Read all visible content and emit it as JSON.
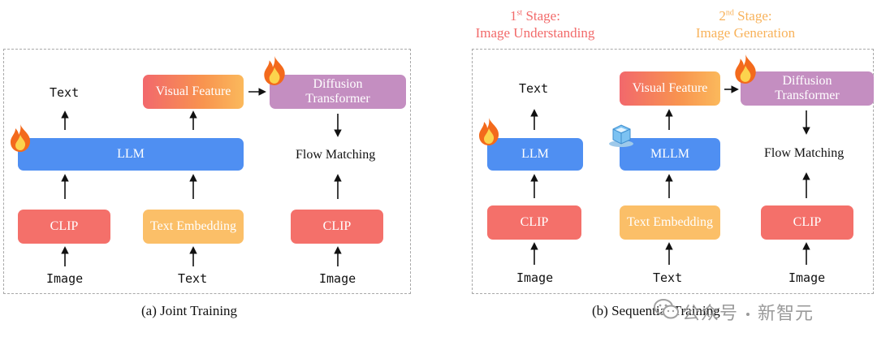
{
  "stages": {
    "first": {
      "num": "1",
      "sup": "st",
      "label": " Stage:",
      "line2": "Image Understanding"
    },
    "second": {
      "num": "2",
      "sup": "nd",
      "label": " Stage:",
      "line2": "Image Generation"
    }
  },
  "panel_a": {
    "caption": "(a) Joint Training",
    "text_out": "Text",
    "visual_feature": "Visual Feature",
    "dit_line1": "Diffusion",
    "dit_line2": "Transformer",
    "llm": "LLM",
    "flow_matching": "Flow Matching",
    "clip_left": "CLIP",
    "text_embedding": "Text Embedding",
    "clip_right": "CLIP",
    "in_image_left": "Image",
    "in_text": "Text",
    "in_image_right": "Image"
  },
  "panel_b": {
    "caption": "(b) Sequential Training",
    "text_out": "Text",
    "visual_feature": "Visual Feature",
    "dit_line1": "Diffusion",
    "dit_line2": "Transformer",
    "llm": "LLM",
    "mllm": "MLLM",
    "flow_matching": "Flow Matching",
    "clip_left": "CLIP",
    "text_embedding": "Text Embedding",
    "clip_right": "CLIP",
    "in_image_left": "Image",
    "in_text": "Text",
    "in_image_right": "Image"
  },
  "watermark": {
    "left": "公众号",
    "right": "新智元"
  },
  "colors": {
    "clip": "#f4706a",
    "text_embedding": "#fbbf68",
    "llm": "#4f8ff2",
    "diffusion_transformer": "#c48ec1",
    "stage1": "#f26a6a",
    "stage2": "#f8b25a"
  },
  "icons": {
    "trainable": "fire-icon",
    "frozen": "ice-cube-icon",
    "watermark_logo": "wechat-icon"
  }
}
